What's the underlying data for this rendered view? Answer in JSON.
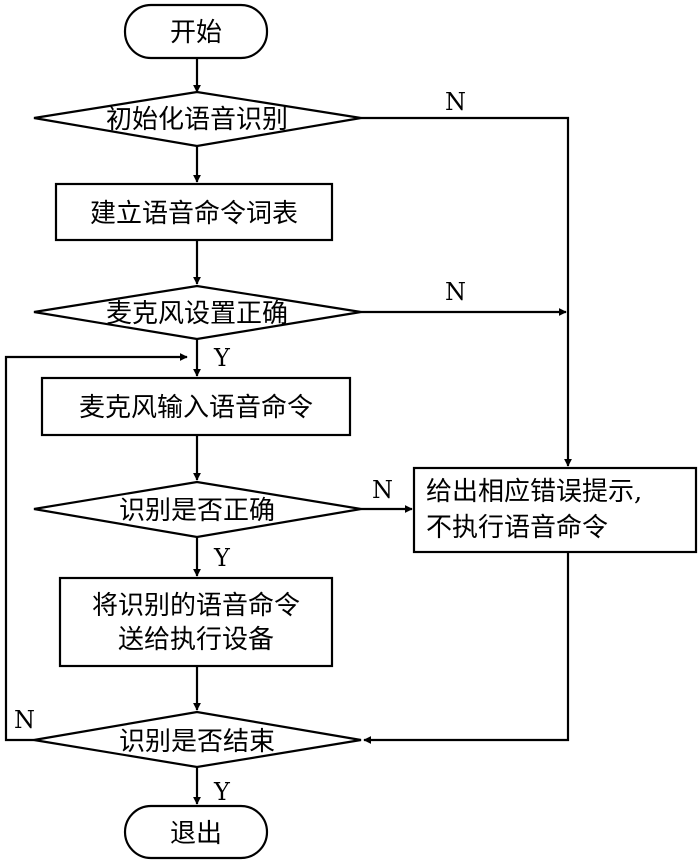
{
  "flowchart": {
    "start": "开始",
    "init_speech": "初始化语音识别",
    "build_vocab": "建立语音命令词表",
    "mic_check": "麦克风设置正确",
    "mic_input": "麦克风输入语音命令",
    "recognize_check": "识别是否正确",
    "send_command_line1": "将识别的语音命令",
    "send_command_line2": "送给执行设备",
    "error_line1": "给出相应错误提示,",
    "error_line2": "不执行语音命令",
    "end_check": "识别是否结束",
    "exit": "退出"
  },
  "branch_labels": {
    "init_no": "N",
    "mic_no": "N",
    "mic_yes": "Y",
    "recognize_no": "N",
    "recognize_yes": "Y",
    "end_no": "N",
    "end_yes": "Y"
  }
}
